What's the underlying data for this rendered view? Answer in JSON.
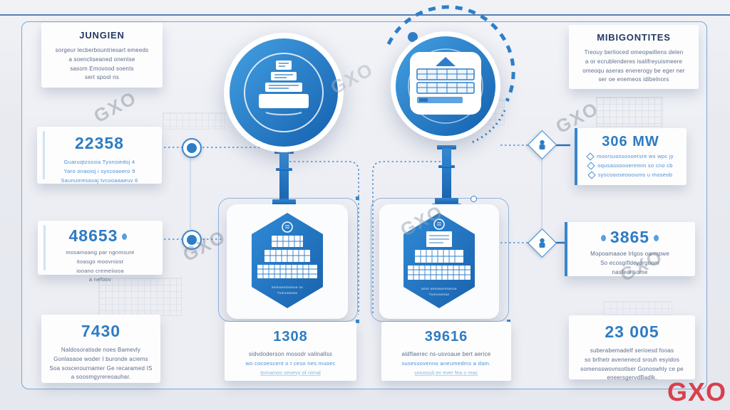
{
  "brand": {
    "watermark": "GXO",
    "logo": "GXO",
    "logo_color": "#d8404d"
  },
  "colors": {
    "accent": "#2d7ec9",
    "number_blue": "#2e7cc3",
    "title_navy": "#243a63",
    "body_gray": "#5c6d8a"
  },
  "left_cards": [
    {
      "title": "JUNGIEN",
      "lines": [
        "sorgeur lecberbountriesart emeeds",
        "a soencliseaned onentse",
        "sasom Emovood soents",
        "sert spool ns"
      ]
    },
    {
      "number": "22358",
      "lines": [
        "Guaruqtzsssia  Tyonsiedoj 4",
        "Yaro onaoioj  i syscoaoero 9",
        "Saunumesasaj  tvcooaaaeuv 6"
      ]
    },
    {
      "number": "48653",
      "lines": [
        "mosamoang par ngnmsure",
        "itoasgo moovniost",
        "iooano cremeiiooa",
        "a nefoov"
      ]
    },
    {
      "number": "7430",
      "lines": [
        "Naldosoratisde noes Bamevly",
        "Gonlasaoe woder I buronde aciems",
        "Soa soscerournamer Ge recaramed IS",
        "a soosmgyrereoauhar."
      ]
    }
  ],
  "right_cards": [
    {
      "title": "MIBIGONTITES",
      "lines": [
        "Treouy berlioced omeopwillens delen",
        "a or ecrublenderes isalifreyuismeere",
        "omeoqu aseras enererogy be eger ner",
        "ser oe enemeos idibelnors"
      ]
    },
    {
      "number": "306 MW",
      "bullets": [
        "mosrsuossosoersre ws wpc jy",
        "oqusassoooeremm so cno cb",
        "syscoooseoooums u moseob"
      ]
    },
    {
      "number": "3865",
      "lines": [
        "Mopoamaaoe Irlgos oarmpwe",
        "So ecosgifldcyorgoom",
        "nasfedl some"
      ]
    },
    {
      "number": "23 005",
      "lines": [
        "suberabemadelf serioesd fooas",
        "so brlhetr avenenecd srouh esyidos",
        "somensswovnsotlser Gonoswhly ce pe",
        "eneersgervdBadlk."
      ]
    }
  ],
  "center_cards": [
    {
      "number": "1308",
      "lines": [
        "sidvdoderson mosodr valinallss",
        "wo cocoescent o t ceso nes muoec",
        "tomamos sevevy of nimal"
      ]
    },
    {
      "number": "39616",
      "lines": [
        "aldflaerec ns-usvoaue bert aerice",
        "susessovenno aneumedms a dam.",
        "unussulj ev ever fea s mac"
      ]
    }
  ],
  "hex_left": {
    "caption1": "ammaummanue se",
    "caption2": "Tumosamaa"
  },
  "hex_right": {
    "caption1": "amm ammaummanue",
    "caption2": "Tumosamaa"
  }
}
